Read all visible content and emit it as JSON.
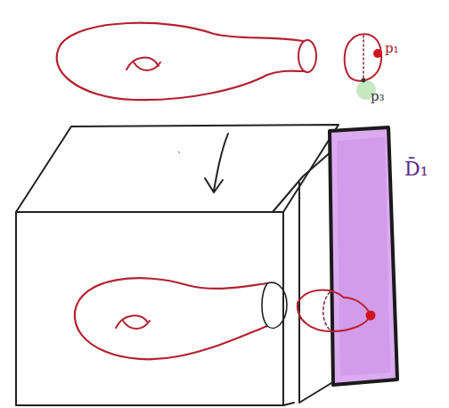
{
  "diagram": {
    "labels": [
      "p₁",
      "p₃",
      "D̄₁"
    ]
  }
}
